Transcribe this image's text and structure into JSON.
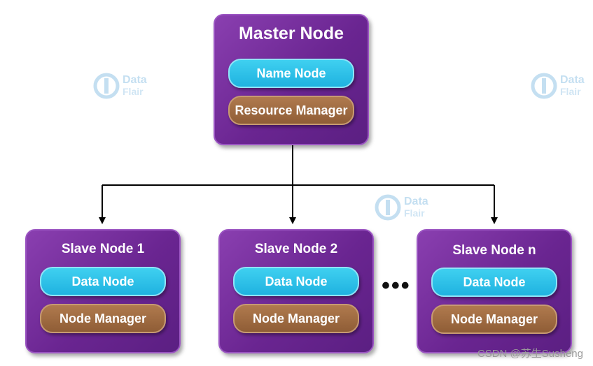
{
  "diagram": {
    "master": {
      "title": "Master Node",
      "components": [
        "Name Node",
        "Resource Manager"
      ]
    },
    "slaves": [
      {
        "title": "Slave Node 1",
        "components": [
          "Data Node",
          "Node Manager"
        ]
      },
      {
        "title": "Slave Node 2",
        "components": [
          "Data Node",
          "Node Manager"
        ]
      },
      {
        "title": "Slave Node n",
        "components": [
          "Data Node",
          "Node Manager"
        ]
      }
    ],
    "ellipsis": "•••",
    "colors": {
      "box": "#6a2591",
      "data_pill": "#25bde6",
      "manager_pill": "#9a6640",
      "connector": "#000000"
    }
  },
  "watermark": {
    "line1": "Data",
    "line2": "Flair"
  },
  "credit": "CSDN @苏生Susheng"
}
